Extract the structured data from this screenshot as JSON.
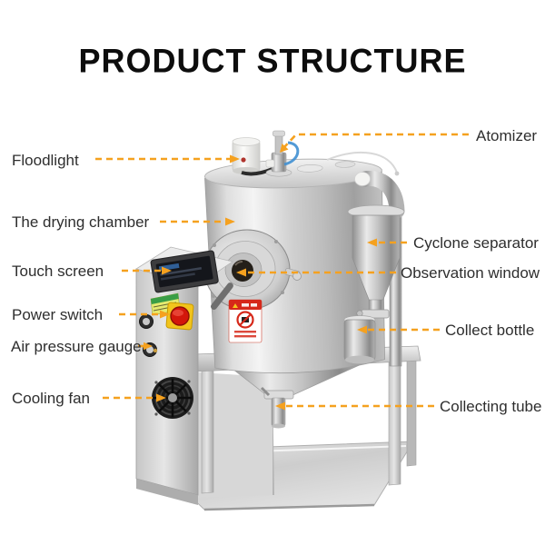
{
  "title": "PRODUCT STRUCTURE",
  "colors": {
    "arrow_accent": "#F5A11F",
    "label_text": "#2e2e2e",
    "title_text": "#0d0d0d",
    "estop_red": "#d3170b",
    "estop_plate_yellow": "#f2c41c",
    "warning_sticker_red": "#d6281a"
  },
  "labels": {
    "left": [
      {
        "text": "Floodlight"
      },
      {
        "text": "The drying chamber"
      },
      {
        "text": "Touch screen"
      },
      {
        "text": "Power switch"
      },
      {
        "text": "Air pressure gauge"
      },
      {
        "text": "Cooling fan"
      }
    ],
    "right": [
      {
        "text": "Atomizer"
      },
      {
        "text": "Cyclone separator"
      },
      {
        "text": "Observation window"
      },
      {
        "text": "Collect bottle"
      },
      {
        "text": "Collecting tube"
      }
    ]
  }
}
